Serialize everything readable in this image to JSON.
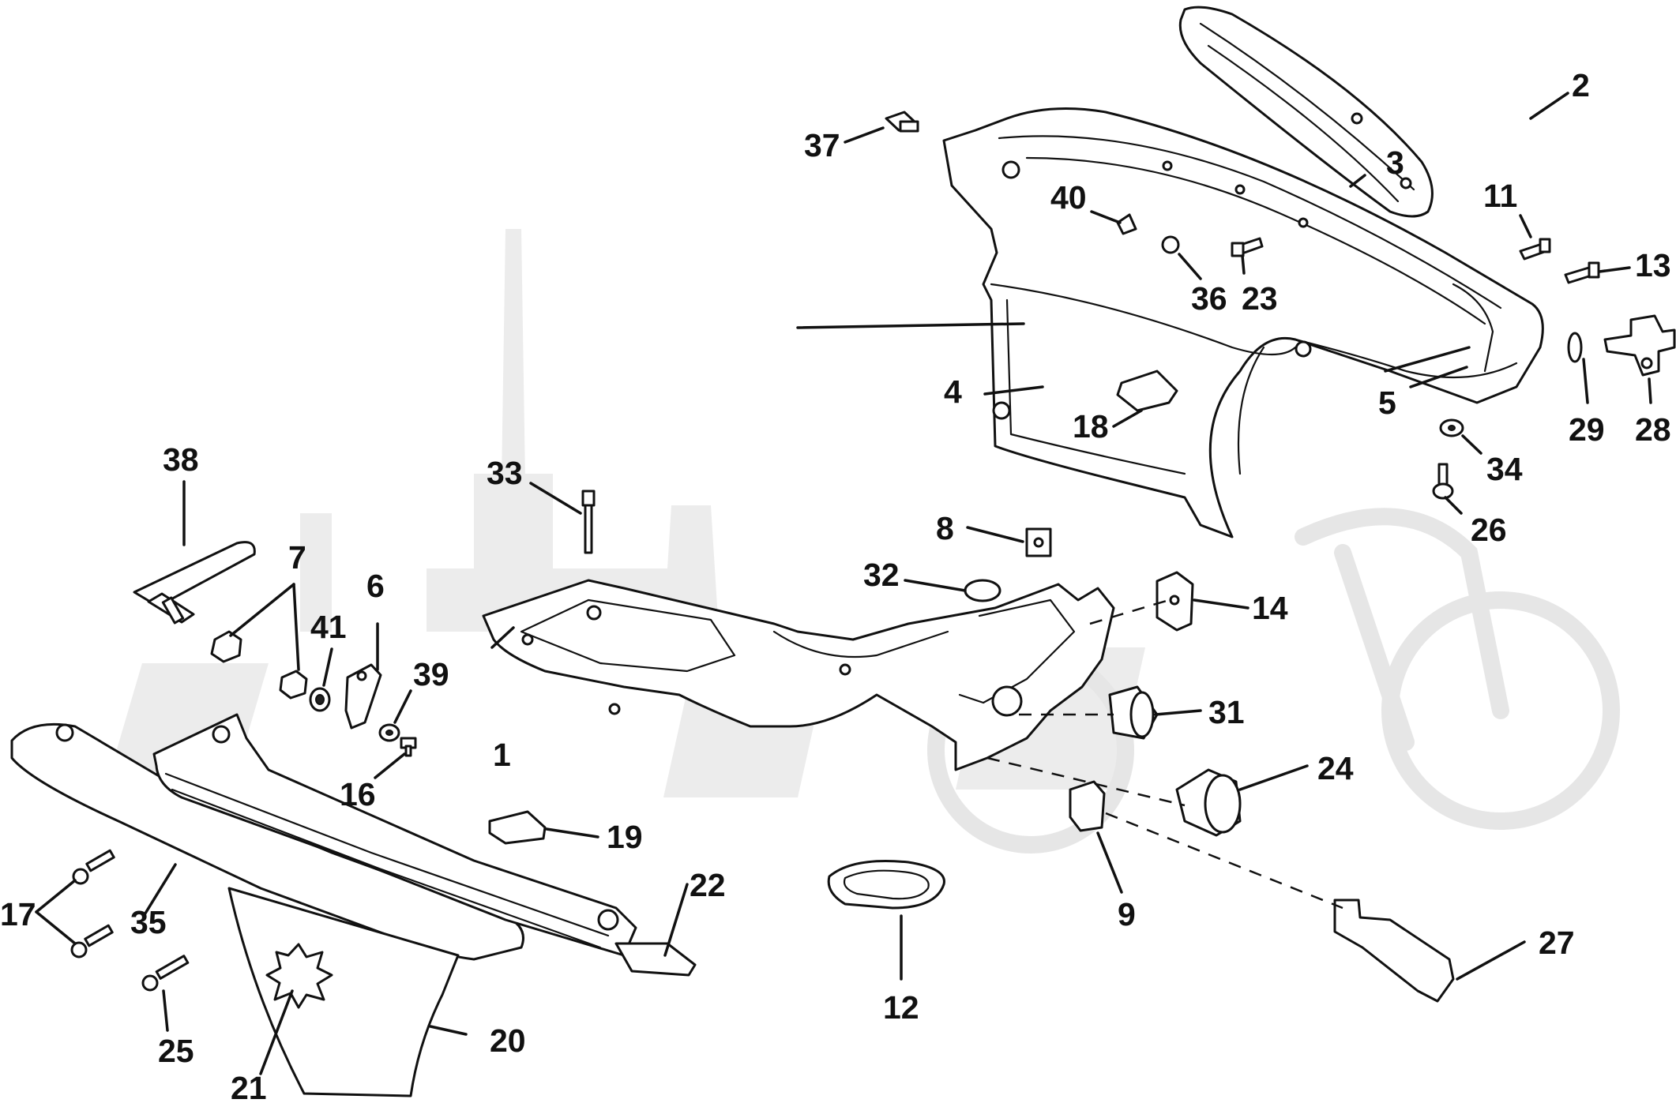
{
  "diagram": {
    "callouts": [
      "1",
      "2",
      "3",
      "4",
      "5",
      "6",
      "7",
      "8",
      "9",
      "11",
      "12",
      "13",
      "14",
      "16",
      "17",
      "18",
      "19",
      "20",
      "21",
      "22",
      "23",
      "24",
      "25",
      "26",
      "27",
      "28",
      "29",
      "31",
      "32",
      "33",
      "34",
      "35",
      "36",
      "37",
      "38",
      "39",
      "40",
      "41"
    ]
  }
}
